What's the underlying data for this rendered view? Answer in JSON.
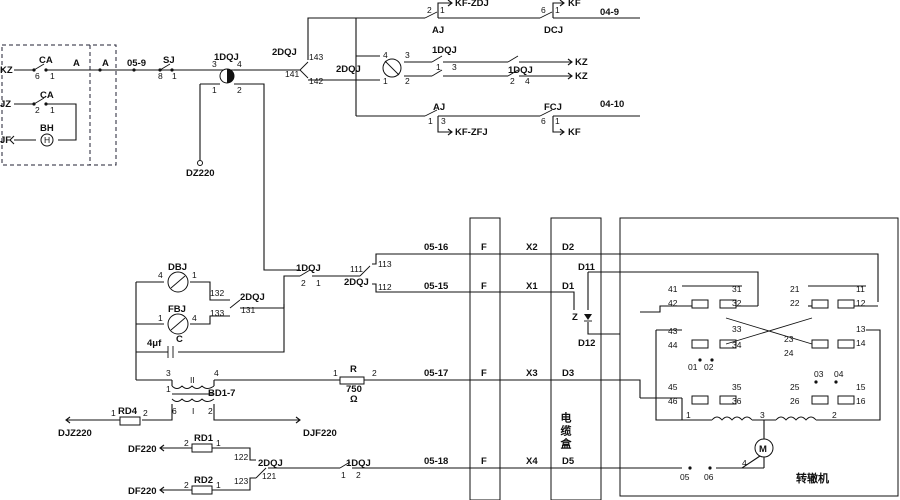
{
  "labels": {
    "kz_left": "KZ",
    "jz_left": "JZ",
    "jf_left": "JF",
    "ca_top": "CA",
    "ca_top_c": "6",
    "ca_top_d": "1",
    "ca_mid": "CA",
    "ca_mid_c": "2",
    "ca_mid_d": "1",
    "bh": "BH",
    "bh_sym": "H",
    "a1": "A",
    "a2": "A",
    "w0509": "05-9",
    "sj": "SJ",
    "sj_c": "8",
    "sj_d": "1",
    "dqj1": "1DQJ",
    "dqj1_3": "3",
    "dqj1_4": "4",
    "dqj1_1": "1",
    "dqj1_2": "2",
    "dz220": "DZ220",
    "dqj2a": "2DQJ",
    "n143": "143",
    "n141": "141",
    "n142": "142",
    "dqj2b": "2DQJ",
    "aj_top": "AJ",
    "aj_top_c": "2",
    "aj_top_d": "1",
    "kfzdj": "KF-ZDJ",
    "dcj": "DCJ",
    "dcj_c": "6",
    "dcj_d": "1",
    "kf_top": "KF",
    "w049": "04-9",
    "sw_4": "4",
    "sw_3": "3",
    "sw_1": "1",
    "sw_2": "2",
    "dqj1_r1": "1DQJ",
    "dqj1_r1_c": "1",
    "dqj1_r1_d": "3",
    "dqj1_r2": "1DQJ",
    "dqj1_r2_c": "2",
    "dqj1_r2_d": "4",
    "kz_r1": "KZ",
    "kz_r2": "KZ",
    "aj_bot": "AJ",
    "aj_bot_c": "1",
    "aj_bot_d": "3",
    "kfzfj": "KF-ZFJ",
    "fcj": "FCJ",
    "fcj_c": "6",
    "fcj_d": "1",
    "kf_bot": "KF",
    "w0410": "04-10",
    "dbj": "DBJ",
    "dbj_4": "4",
    "dbj_1": "1",
    "fbj": "FBJ",
    "fbj_1": "1",
    "fbj_4": "4",
    "c_lbl": "C",
    "cap": "4μf",
    "n132": "132",
    "n133": "133",
    "n131": "131",
    "dqj2c": "2DQJ",
    "dqj1_m": "1DQJ",
    "dqj1_m_2": "2",
    "dqj1_m_1": "1",
    "n111": "111",
    "dqj2d": "2DQJ",
    "n113": "113",
    "n112": "112",
    "w0516": "05-16",
    "w0515": "05-15",
    "w0517": "05-17",
    "w0518": "05-18",
    "f1": "F",
    "f2": "F",
    "f3": "F",
    "f4": "F",
    "x2": "X2",
    "x1": "X1",
    "x3": "X3",
    "x4": "X4",
    "d2": "D2",
    "d1": "D1",
    "d3": "D3",
    "d5": "D5",
    "d11": "D11",
    "d12": "D12",
    "z": "Z",
    "cable_box": "电缆盒",
    "t3": "3",
    "t4": "4",
    "tII": "II",
    "t1": "1",
    "t6": "6",
    "tI": "I",
    "t2": "2",
    "bd": "BD1-7",
    "r": "R",
    "r_1": "1",
    "r_val": "750",
    "r_unit": "Ω",
    "r_2": "2",
    "rd4": "RD4",
    "rd4_1": "1",
    "rd4_2": "2",
    "djz220": "DJZ220",
    "djf220": "DJF220",
    "rd1": "RD1",
    "rd1_2": "2",
    "rd1_1": "1",
    "df220_1": "DF220",
    "rd2": "RD2",
    "rd2_2": "2",
    "rd2_1": "1",
    "df220_2": "DF220",
    "n122": "122",
    "n123": "123",
    "n121": "121",
    "dqj2e": "2DQJ",
    "dqj1_b": "1DQJ",
    "dqj1_b_1": "1",
    "dqj1_b_2": "2",
    "k41": "41",
    "k31": "31",
    "k21": "21",
    "k11": "11",
    "k42": "42",
    "k32": "32",
    "k22": "22",
    "k12": "12",
    "k33": "33",
    "k23": "23",
    "k43": "43",
    "k13": "13",
    "k44": "44",
    "k34": "34",
    "k24": "24",
    "k14": "14",
    "k01": "01",
    "k02": "02",
    "k03": "03",
    "k04": "04",
    "k45": "45",
    "k35": "35",
    "k25": "25",
    "k15": "15",
    "k46": "46",
    "k36": "36",
    "k26": "26",
    "k16": "16",
    "m_1": "1",
    "m_3": "3",
    "m_2": "2",
    "motor": "M",
    "m05": "05",
    "m06": "06",
    "m_4": "4",
    "machine": "转辙机"
  }
}
